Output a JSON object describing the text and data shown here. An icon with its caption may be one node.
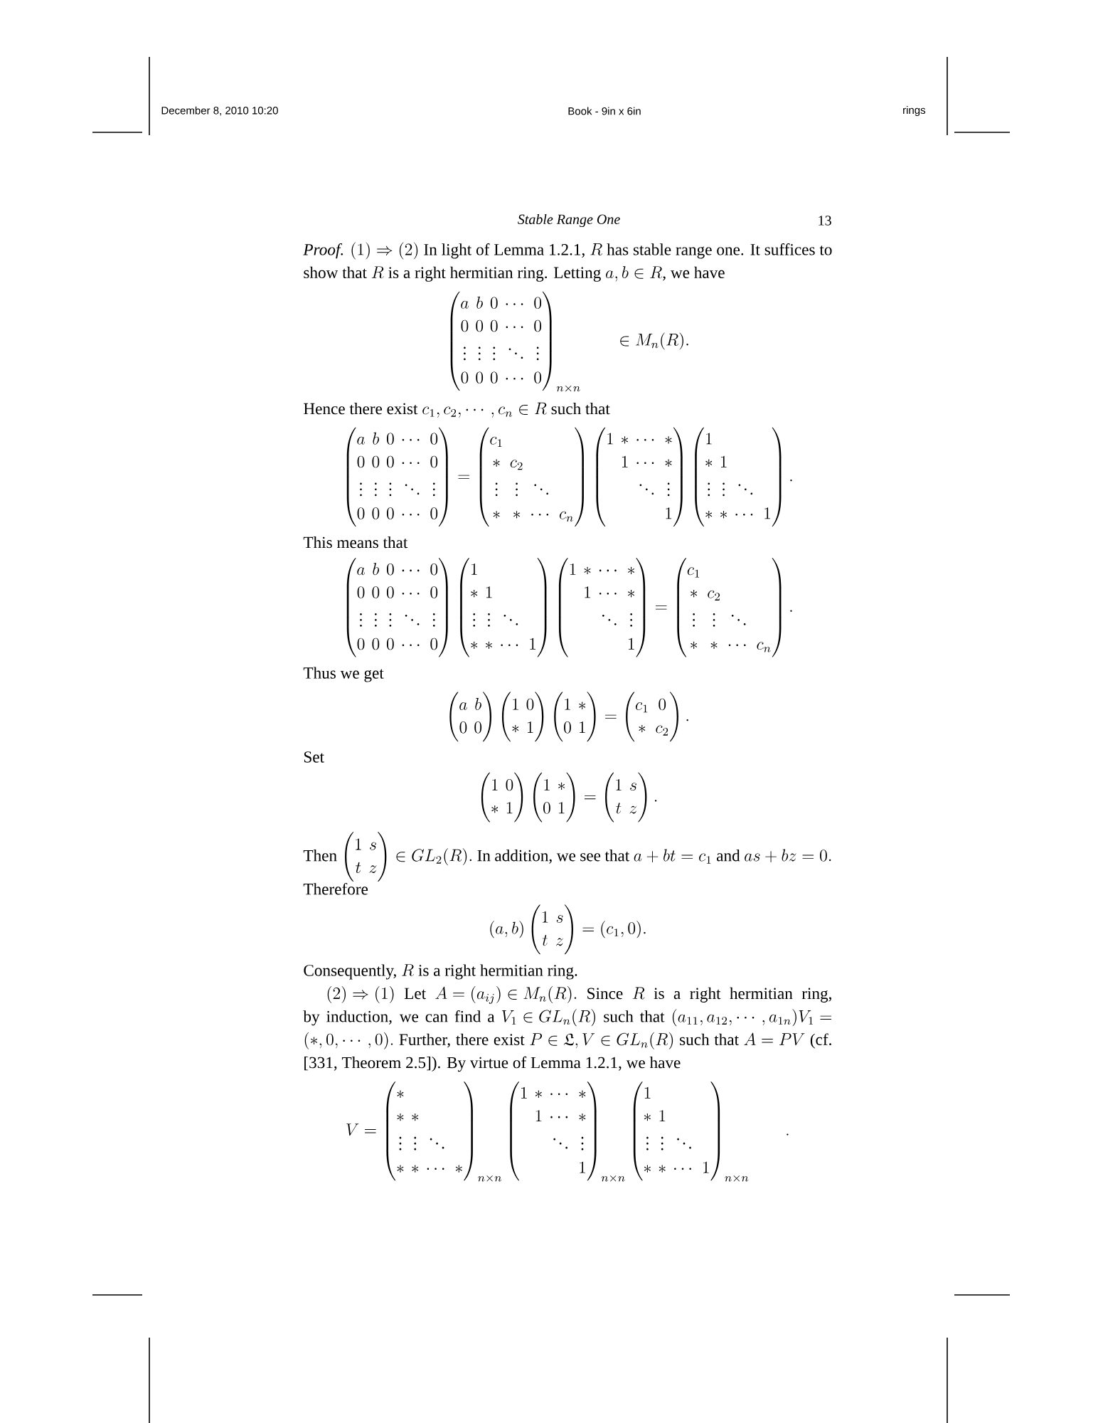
{
  "diagram": {
    "labels": [
      "December 8, 2010   10:20",
      "Book - 9in x 6in",
      "rings",
      "Stable Range One",
      "13",
      "Proof.",
      "(1)\\Rightarrow(2)",
      "In light of Lemma 1.2.1,",
      "R",
      "has stable range one. It suffices to show that",
      "R",
      "is a right hermitian ring. Letting",
      "a,b\\in R",
      ", we have",
      "\\begin{pmatrix}a&b&0&\\cdots&0\\\\ 0&0&0&\\cdots&0\\\\ \\vdots&\\vdots&\\vdots&\\ddots&\\vdots\\\\ 0&0&0&\\cdots&0\\end{pmatrix}_{n\\times n}\\qquad\\in M_n(R).",
      "Hence there exist",
      "c_1,c_2,\\cdots,c_n\\in R",
      "such that",
      "\\begin{pmatrix}a&b&0&\\cdots&0\\\\ 0&0&0&\\cdots&0\\\\ \\vdots&\\vdots&\\vdots&\\ddots&\\vdots\\\\ 0&0&0&\\cdots&0\\end{pmatrix}=\\begin{pmatrix}c_1&&&\\\\ {*}&c_2&&\\\\ \\vdots&\\vdots&\\ddots&\\\\ {*}&{*}&\\cdots&c_n\\end{pmatrix}\\begin{pmatrix}1&{*}&\\cdots&{*}\\\\ &1&\\cdots&{*}\\\\ &&\\ddots&\\vdots\\\\ &&&1\\end{pmatrix}\\begin{pmatrix}1&&&\\\\ {*}&1&&\\\\ \\vdots&\\vdots&\\ddots&\\\\ {*}&{*}&\\cdots&1\\end{pmatrix}.",
      "This means that",
      "\\begin{pmatrix}a&b&0&\\cdots&0\\\\ 0&0&0&\\cdots&0\\\\ \\vdots&\\vdots&\\vdots&\\ddots&\\vdots\\\\ 0&0&0&\\cdots&0\\end{pmatrix}\\begin{pmatrix}1&&&\\\\ {*}&1&&\\\\ \\vdots&\\vdots&\\ddots&\\\\ {*}&{*}&\\cdots&1\\end{pmatrix}\\begin{pmatrix}1&{*}&\\cdots&{*}\\\\ &1&\\cdots&{*}\\\\ &&\\ddots&\\vdots\\\\ &&&1\\end{pmatrix}=\\begin{pmatrix}c_1&&&\\\\ {*}&c_2&&\\\\ \\vdots&\\vdots&\\ddots&\\\\ {*}&{*}&\\cdots&c_n\\end{pmatrix}.",
      "Thus we get",
      "\\begin{pmatrix}a&b\\\\ 0&0\\end{pmatrix}\\begin{pmatrix}1&0\\\\ {*}&1\\end{pmatrix}\\begin{pmatrix}1&{*}\\\\ 0&1\\end{pmatrix}=\\begin{pmatrix}c_1&0\\\\ {*}&c_2\\end{pmatrix}.",
      "Set",
      "\\begin{pmatrix}1&0\\\\ {*}&1\\end{pmatrix}\\begin{pmatrix}1&{*}\\\\ 0&1\\end{pmatrix}=\\begin{pmatrix}1&s\\\\ t&z\\end{pmatrix}.",
      "Then",
      "\\begin{pmatrix}1&s\\\\ t&z\\end{pmatrix}\\in GL_2(R).",
      "In addition, we see that",
      "a+bt=c_1",
      "and",
      "as+bz=0.",
      "Therefore",
      "(a,b)\\begin{pmatrix}1&s\\\\ t&z\\end{pmatrix}=(c_1,0).",
      "Consequently,",
      "R",
      "is a right hermitian ring.",
      "(2)\\Rightarrow(1)",
      "Let",
      "A=(a_{ij})\\in M_n(R).",
      "Since",
      "R",
      "is a right hermitian ring, by induction, we can find a",
      "V_1\\in GL_n(R)",
      "such that",
      "(a_{11},a_{12},\\cdots,a_{1n})V_1=",
      "(*,0,\\cdots,0).",
      "Further, there exist",
      "P\\in\\mathfrak{L},V\\in GL_n(R)",
      "such that",
      "A=PV",
      "(cf. [331, Theorem 2.5]). By virtue of Lemma 1.2.1, we have",
      "V=\\begin{pmatrix}{*}&&&\\\\ {*}&{*}&&\\\\ \\vdots&\\vdots&\\ddots&\\\\ {*}&{*}&\\cdots&{*}\\end{pmatrix}_{n\\times n}\\begin{pmatrix}1&{*}&\\cdots&{*}\\\\ &1&\\cdots&{*}\\\\ &&\\ddots&\\vdots\\\\ &&&1\\end{pmatrix}_{n\\times n}\\begin{pmatrix}1&&&\\\\ {*}&1&&\\\\ \\vdots&\\vdots&\\ddots&\\\\ {*}&{*}&\\cdots&1\\end{pmatrix}_{n\\times n}\\qquad."
    ]
  }
}
